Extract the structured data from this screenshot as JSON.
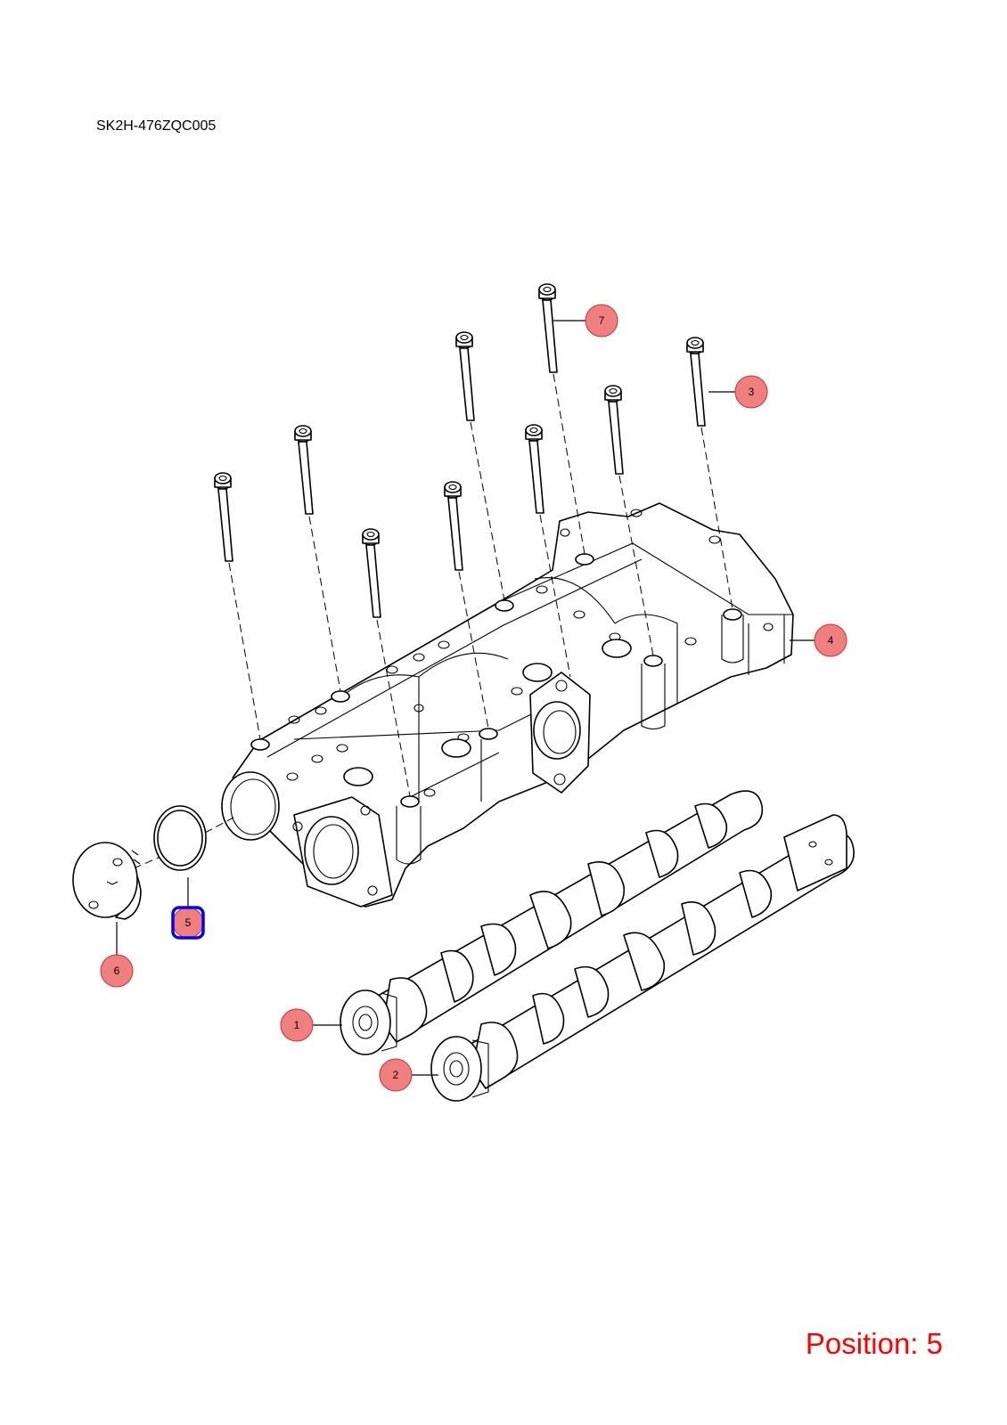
{
  "header": {
    "diagram_code": "SK2H-476ZQC005"
  },
  "footer": {
    "position_text": "Position: 5"
  },
  "colors": {
    "callout_fill": "#f08080",
    "selected_border": "#0000ff",
    "position_text": "#ff0000"
  },
  "callouts": [
    {
      "number": "1"
    },
    {
      "number": "2"
    },
    {
      "number": "3"
    },
    {
      "number": "4"
    },
    {
      "number": "5",
      "selected": true
    },
    {
      "number": "6"
    },
    {
      "number": "7"
    }
  ]
}
